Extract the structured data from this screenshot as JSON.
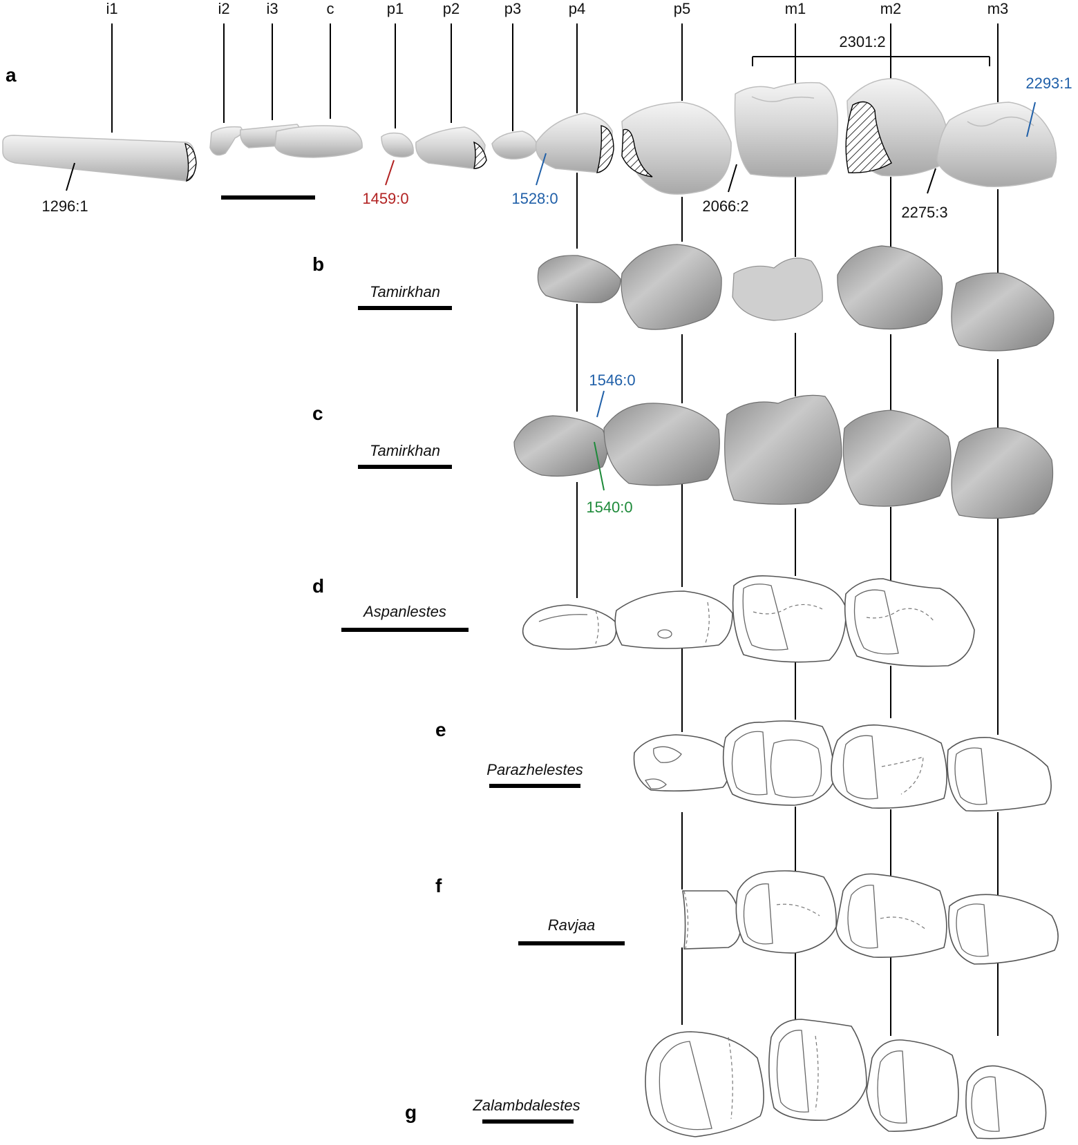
{
  "tooth_positions": [
    "i1",
    "i2",
    "i3",
    "c",
    "p1",
    "p2",
    "p3",
    "p4",
    "p5",
    "m1",
    "m2",
    "m3"
  ],
  "panels": {
    "a": "a",
    "b": "b",
    "c": "c",
    "d": "d",
    "e": "e",
    "f": "f",
    "g": "g"
  },
  "taxa": {
    "b": "Tamirkhan",
    "c": "Tamirkhan",
    "d": "Aspanlestes",
    "e": "Parazhelestes",
    "f": "Ravjaa",
    "g": "Zalambdalestes"
  },
  "characters": {
    "c1296": "1296:1",
    "c1459": "1459:0",
    "c1528": "1528:0",
    "c2066": "2066:2",
    "c2275": "2275:3",
    "c2293": "2293:1",
    "c2301": "2301:2",
    "c1546": "1546:0",
    "c1540": "1540:0"
  },
  "colors": {
    "black": "#111111",
    "red": "#b22222",
    "blue": "#1f5fa8",
    "green": "#1e8a3a",
    "tooth_fill": "#d9d9d9",
    "tooth_dark": "#9e9e9e"
  }
}
